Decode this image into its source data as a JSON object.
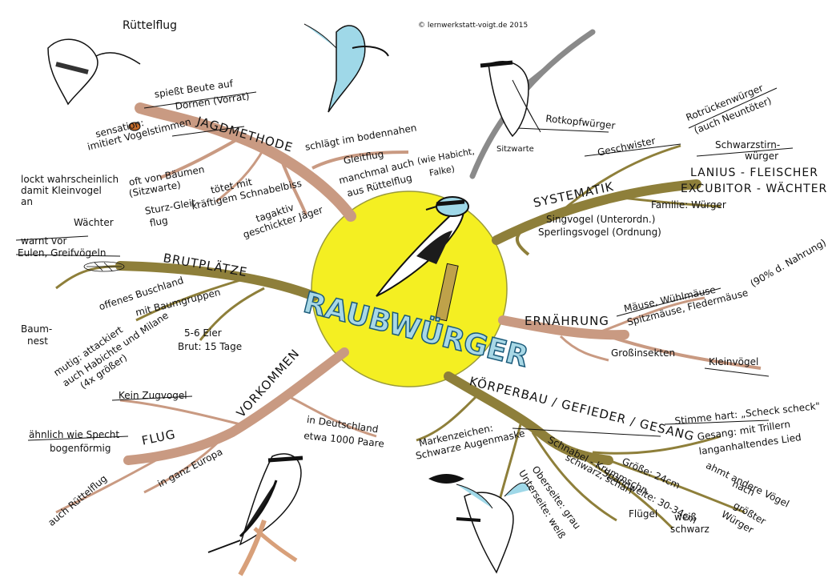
{
  "header": {
    "title_corner": "Rüttelflug",
    "copyright": "© lernwerkstatt-voigt.de 2015"
  },
  "center": {
    "title": "RAUBWÜRGER"
  },
  "branches": {
    "jagdmethode": {
      "label": "JAGDMETHODE",
      "items": [
        "spießt Beute auf",
        "Dornen (Vorrat)",
        "sensation:",
        "imitiert Vogelstimmen",
        "lockt wahrscheinlich",
        "damit Kleinvogel",
        "an",
        "oft von Bäumen",
        "(Sitzwarte)",
        "Sturz-Gleit-",
        "flug",
        "tötet mit",
        "kräftigem Schnabelbiss",
        "tagaktiv",
        "geschickter Jäger",
        "schlägt im bodennahen",
        "Gleitflug",
        "manchmal auch",
        "aus Rüttelflug",
        "(wie Habicht,",
        "Falke)"
      ]
    },
    "systematik": {
      "label": "SYSTEMATIK",
      "items": [
        "Rotkopfwürger",
        "Sitzwarte",
        "Geschwister",
        "Rotrückenwürger",
        "(auch Neuntöter)",
        "Schwarzstirn-",
        "würger",
        "LANIUS - FLEISCHER",
        "EXCUBITOR - WÄCHTER",
        "Familie: Würger",
        "Singvogel (Unterordn.)",
        "Sperlingsvogel (Ordnung)"
      ]
    },
    "brutplaetze": {
      "label": "BRUTPLÄTZE",
      "items": [
        "Wächter",
        "warnt vor",
        "Eulen, Greifvögeln",
        "offenes Buschland",
        "mit Baumgruppen",
        "Baum-",
        "nest",
        "mutig: attackiert",
        "auch Habichte und Milane",
        "(4x größer)",
        "5-6 Eier",
        "Brut: 15 Tage"
      ]
    },
    "ernaehrung": {
      "label": "ERNÄHRUNG",
      "items": [
        "Mäuse, Wühlmäuse",
        "Spitzmäuse, Fledermäuse",
        "(90% d. Nahrung)",
        "Großinsekten",
        "Kleinvögel"
      ]
    },
    "vorkommen": {
      "label": "VORKOMMEN",
      "items": [
        "Kein Zugvogel",
        "in Deutschland",
        "etwa 1000 Paare",
        "in ganz Europa"
      ]
    },
    "flug": {
      "label": "FLUG",
      "items": [
        "ähnlich wie Specht",
        "bogenförmig",
        "auch Rüttelflug"
      ]
    },
    "koerperbau": {
      "label": "KÖRPERBAU / GEFIEDER / GESANG",
      "items": [
        "Markenzeichen:",
        "Schwarze Augenmaske",
        "Schnabel - Krummschn.",
        "schwarz, scharf",
        "Größe: 24cm",
        "Spannweite: 30-34cm",
        "Oberseite: grau",
        "Unterseite: weiß",
        "Flügel",
        "weiß",
        "schwarz",
        "Stimme hart: „Scheck scheck\"",
        "Gesang: mit Trillern",
        "langanhaltendes Lied",
        "ahmt andere Vögel",
        "nach",
        "größter",
        "Würger"
      ]
    }
  },
  "colors": {
    "sun": "#f4ef22",
    "sun_stroke": "#9a9a3a",
    "branch_pink": "#c99a82",
    "branch_olive": "#8e7f3a",
    "title_fill": "#a8d8e6",
    "bird_blue": "#9fd8e8",
    "ink": "#111111"
  }
}
